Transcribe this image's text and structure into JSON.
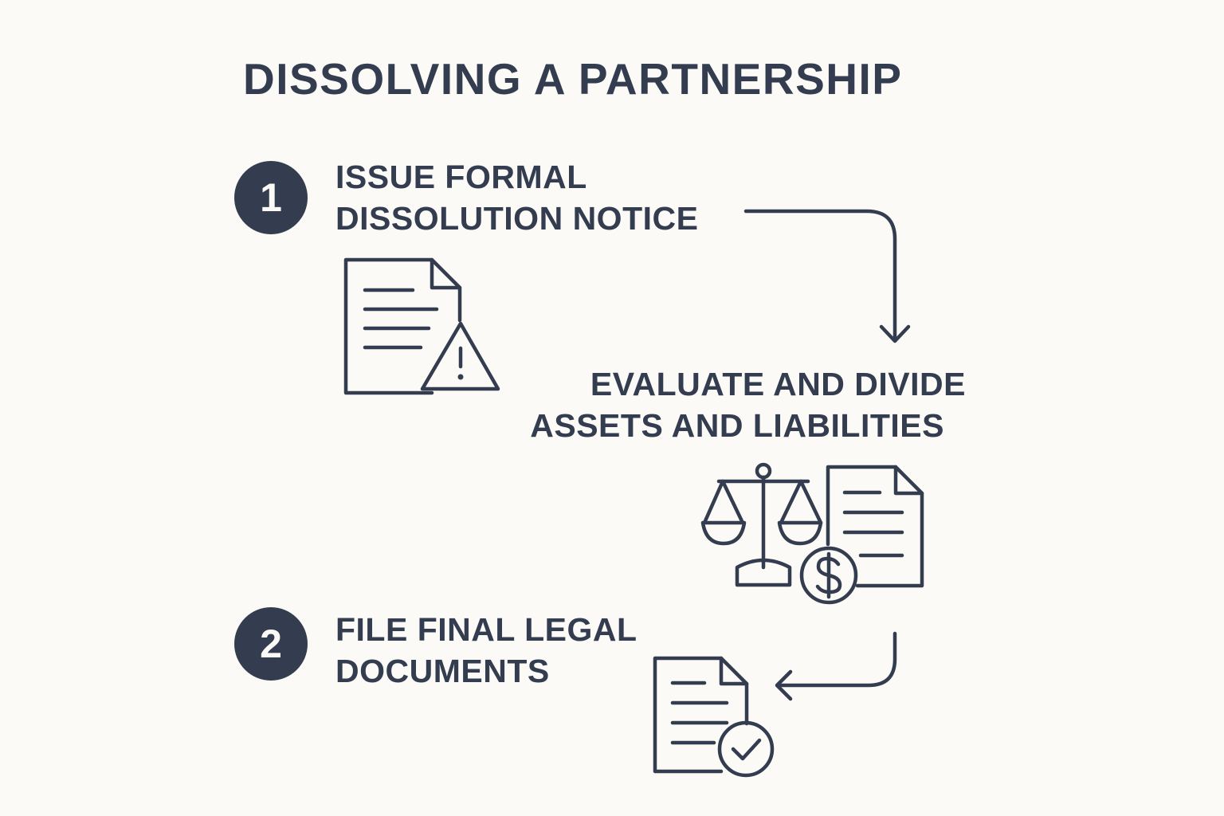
{
  "title": "DISSOLVING A PARTNERSHIP",
  "steps": [
    {
      "number": "1",
      "lines": [
        "ISSUE FORMAL",
        "DISSOLUTION NOTICE"
      ],
      "icon": "document-warning-icon"
    },
    {
      "number": "",
      "lines": [
        "EVALUATE AND DIVIDE",
        "ASSETS AND LIABILITIES"
      ],
      "icon": "scale-document-dollar-icon"
    },
    {
      "number": "2",
      "lines": [
        "FILE FINAL LEGAL",
        "DOCUMENTS"
      ],
      "icon": "document-check-icon"
    }
  ],
  "colors": {
    "background": "#fbfaf6",
    "ink": "#333d4f"
  }
}
